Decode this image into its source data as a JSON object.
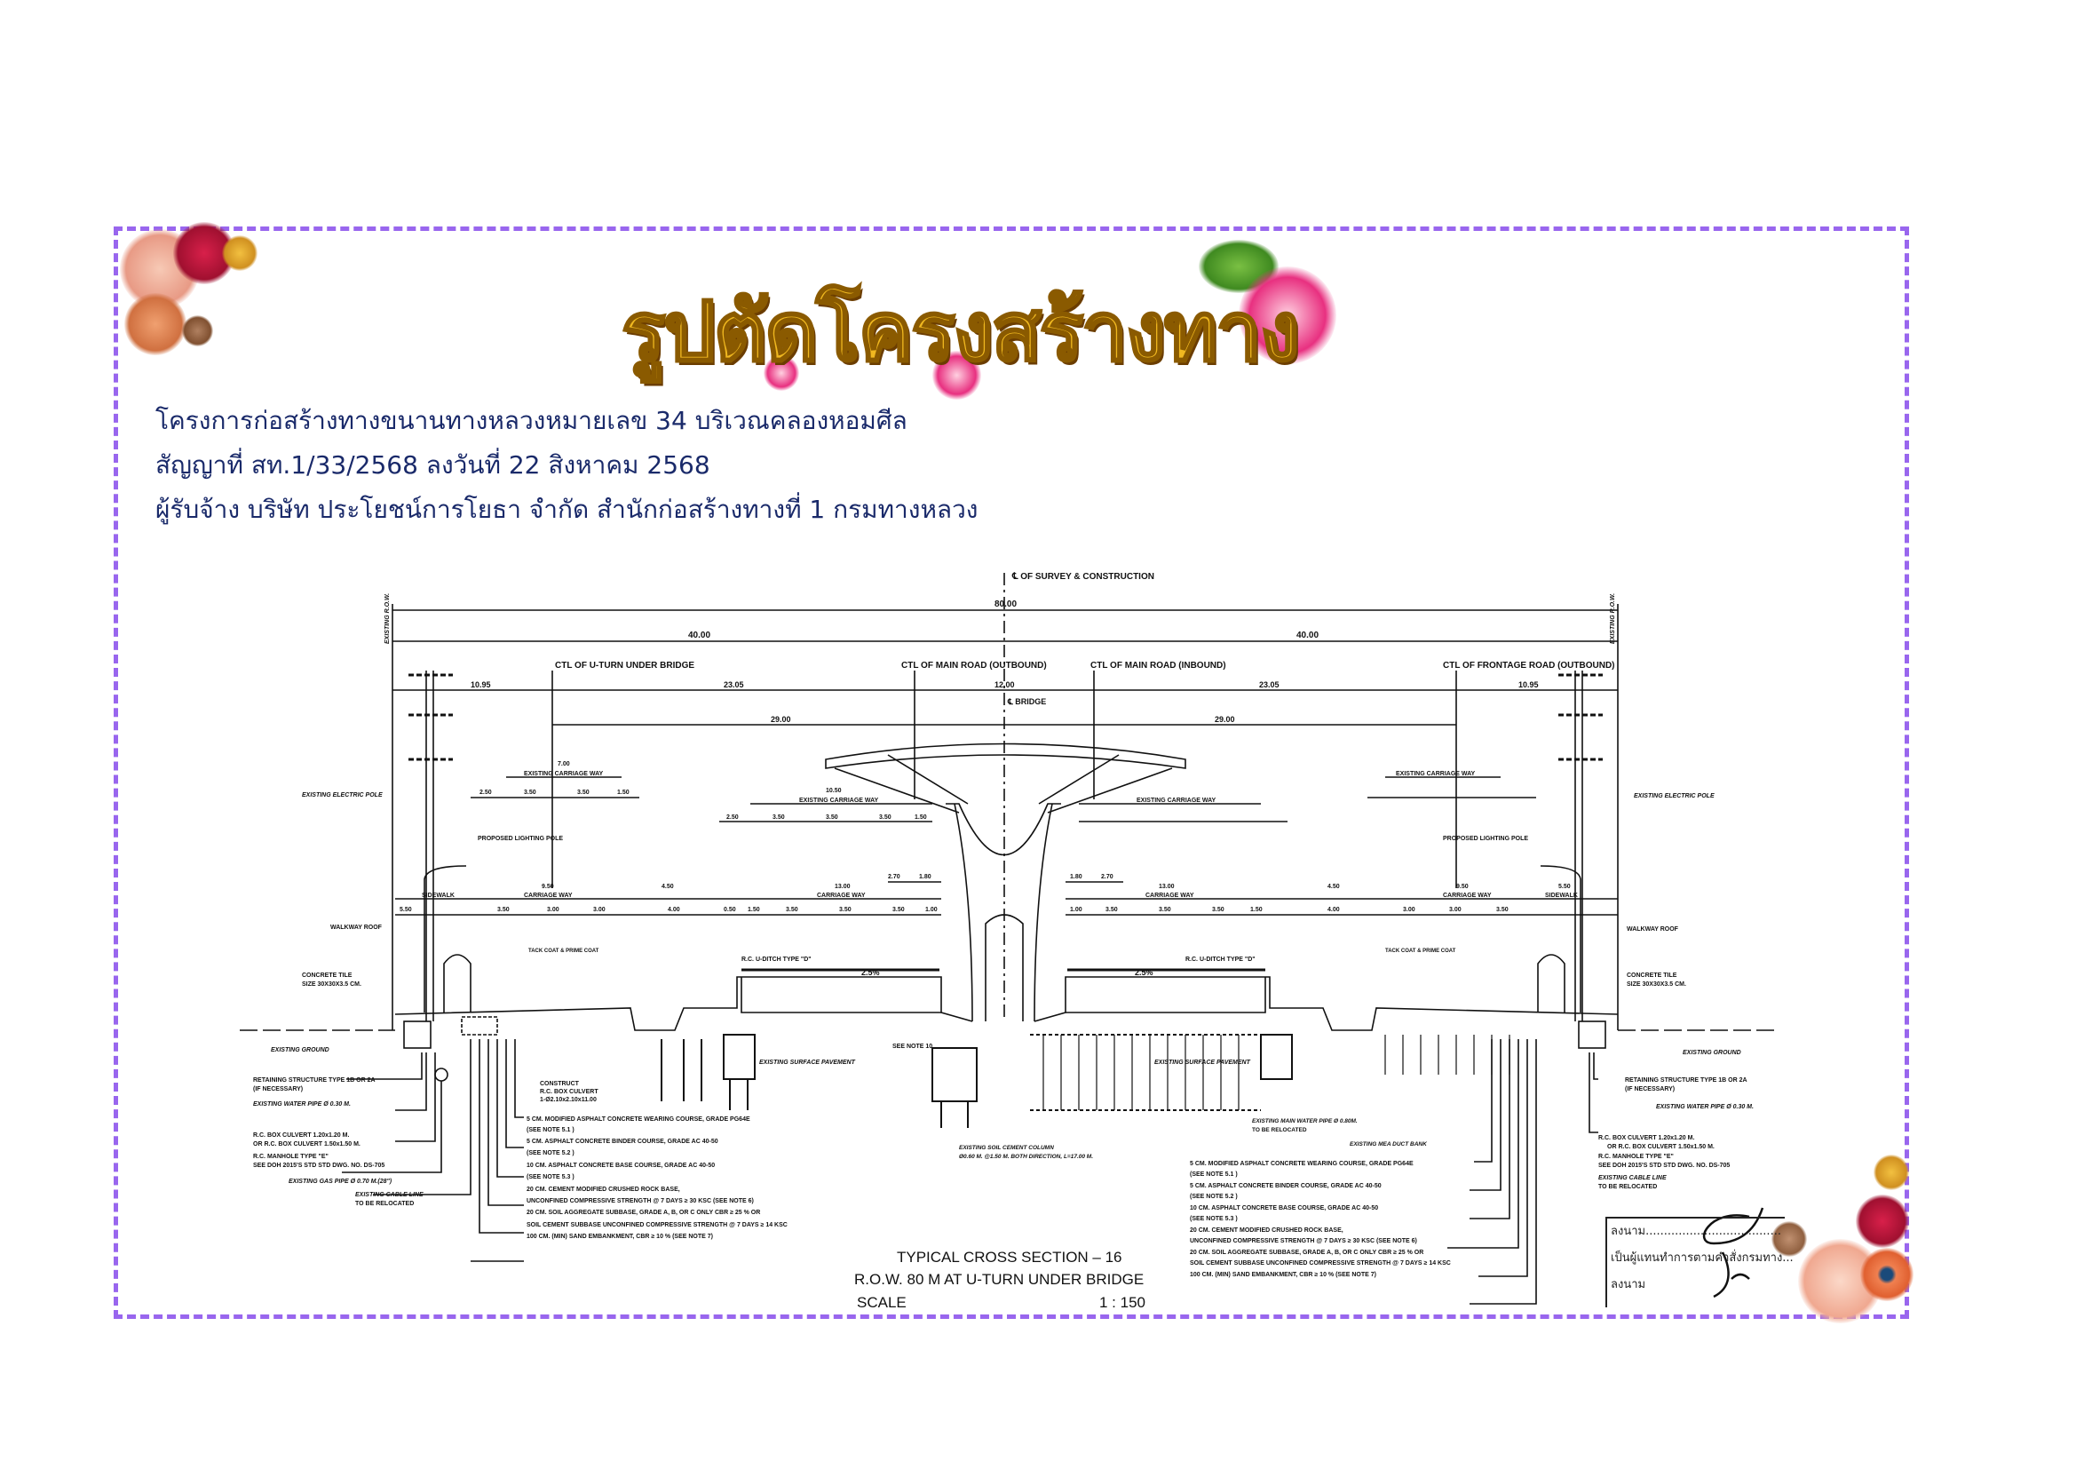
{
  "title": "รูปตัดโครงสร้างทาง",
  "header": {
    "line1": "โครงการก่อสร้างทางขนานทางหลวงหมายเลข 34   บริเวณคลองหอมศีล",
    "line2": "สัญญาที่ สท.1/33/2568     ลงวันที่  22 สิงหาคม 2568",
    "line3": "ผู้รับจ้าง บริษัท ประโยชน์การโยธา จำกัด     สำนักก่อสร้างทางที่ 1     กรมทางหลวง"
  },
  "drawing": {
    "centerline": "℄ OF SURVEY & CONSTRUCTION",
    "row_total": "80.00",
    "row_half_left": "40.00",
    "row_half_right": "40.00",
    "existing_row": "EXISTING R.O.W.",
    "ctl_uturn": "CTL OF U-TURN UNDER BRIDGE",
    "ctl_main_out": "CTL OF MAIN ROAD (OUTBOUND)",
    "ctl_main_in": "CTL OF MAIN ROAD (INBOUND)",
    "ctl_frontage": "CTL OF FRONTAGE ROAD (OUTBOUND)",
    "dims_row3": [
      "10.95",
      "23.05",
      "12.00",
      "23.05",
      "10.95"
    ],
    "bridge_cl": "℄ BRIDGE",
    "dim_29_left": "29.00",
    "dim_29_right": "29.00",
    "existing_carriage": "EXISTING CARRIAGE WAY",
    "carriage": "CARRIAGE WAY",
    "sidewalk": "SIDEWALK",
    "electric_pole": "EXISTING ELECTRIC POLE",
    "lighting_pole": "PROPOSED LIGHTING POLE",
    "walkway_roof": "WALKWAY ROOF",
    "tile": "CONCRETE TILE",
    "tile_size": "SIZE 30X30X3.5 CM.",
    "ground": "EXISTING GROUND",
    "u_ditch": "R.C. U-DITCH TYPE \"D\"",
    "slope": "2.5%",
    "surface_pavement": "EXISTING SURFACE PAVEMENT",
    "see_note_10": "SEE NOTE 10",
    "tack_coat": "TACK COAT & PRIME COAT",
    "lane_dims_left": [
      "5.50",
      "9.50",
      "3.50",
      "3.00",
      "3.00",
      "4.50",
      "4.00",
      "0.50",
      "1.50",
      "3.50",
      "13.00",
      "3.50",
      "3.50",
      "1.00",
      "2.70",
      "1.80"
    ],
    "lane_dims_right": [
      "1.80",
      "2.70",
      "1.00",
      "3.50",
      "13.00",
      "3.50",
      "3.50",
      "1.50",
      "4.50",
      "4.00",
      "9.50",
      "3.00",
      "3.00",
      "3.50",
      "5.50"
    ],
    "upper_dims": [
      "7.00",
      "2.50",
      "3.50",
      "3.50",
      "1.50",
      "10.50",
      "2.50",
      "3.50",
      "3.50",
      "3.50",
      "1.50"
    ],
    "culvert_construct": [
      "CONSTRUCT",
      "R.C. BOX CULVERT",
      "1-Ø2.10x2.10x11.00"
    ],
    "soil_cement": [
      "EXISTING SOIL CEMENT COLUMN",
      "Ø0.60 M. @1.50 M. BOTH DIRECTION, L=17.00 M."
    ],
    "mea_duct": "EXISTING MEA DUCT BANK",
    "main_water_pipe": [
      "EXISTING MAIN WATER PIPE Ø 0.80M.",
      "TO BE RELOCATED"
    ],
    "left_notes": [
      "RETAINING STRUCTURE TYPE 1B OR 2A",
      "(IF NECESSARY)",
      "EXISTING WATER PIPE Ø 0.30 M.",
      "R.C. BOX CULVERT 1.20x1.20 M.",
      "OR R.C. BOX CULVERT 1.50x1.50 M.",
      "R.C. MANHOLE TYPE \"E\"",
      "SEE DOH 2015'S STD STD DWG. NO. DS-705",
      "EXISTING GAS PIPE Ø 0.70 M.(28\")",
      "EXISTING CABLE LINE",
      "TO BE RELOCATED"
    ],
    "right_notes": [
      "RETAINING STRUCTURE TYPE 1B OR 2A",
      "(IF NECESSARY)",
      "EXISTING WATER PIPE Ø 0.30 M.",
      "R.C. BOX CULVERT 1.20x1.20 M.",
      "OR R.C. BOX CULVERT 1.50x1.50 M.",
      "R.C. MANHOLE TYPE \"E\"",
      "SEE DOH 2015'S STD STD DWG. NO. DS-705",
      "EXISTING CABLE LINE",
      "TO BE RELOCATED"
    ],
    "pavement_layers": [
      "5 CM. MODIFIED ASPHALT CONCRETE WEARING COURSE, GRADE PG64E",
      "(SEE NOTE 5.1 )",
      "5 CM. ASPHALT CONCRETE BINDER COURSE, GRADE AC 40-50",
      "(SEE NOTE 5.2 )",
      "10 CM. ASPHALT CONCRETE BASE COURSE, GRADE AC 40-50",
      "(SEE NOTE 5.3 )",
      "20 CM. CEMENT MODIFIED CRUSHED ROCK BASE,",
      "UNCONFINED COMPRESSIVE STRENGTH @ 7 DAYS ≥ 30 KSC (SEE NOTE 6)",
      "20 CM. SOIL AGGREGATE SUBBASE, GRADE A, B, OR C ONLY  CBR ≥ 25 % OR",
      "SOIL CEMENT SUBBASE UNCONFINED COMPRESSIVE STRENGTH @ 7 DAYS ≥ 14 KSC",
      "100 CM. (MIN) SAND EMBANKMENT, CBR ≥ 10 % (SEE NOTE 7)"
    ]
  },
  "caption": {
    "line1": "TYPICAL CROSS SECTION – 16",
    "line2": "R.O.W. 80 M AT U-TURN UNDER BRIDGE",
    "scale_label": "SCALE",
    "scale_value": "1 : 150"
  },
  "signature": {
    "line1": "ลงนาม.....................................",
    "line2": "เป็นผู้แทนทำการตามคำสั่งกรมทาง...",
    "line3": "ลงนาม"
  },
  "colors": {
    "border": "#9966ee",
    "header_text": "#1a2a6a",
    "title_fill": "#f0b820"
  }
}
